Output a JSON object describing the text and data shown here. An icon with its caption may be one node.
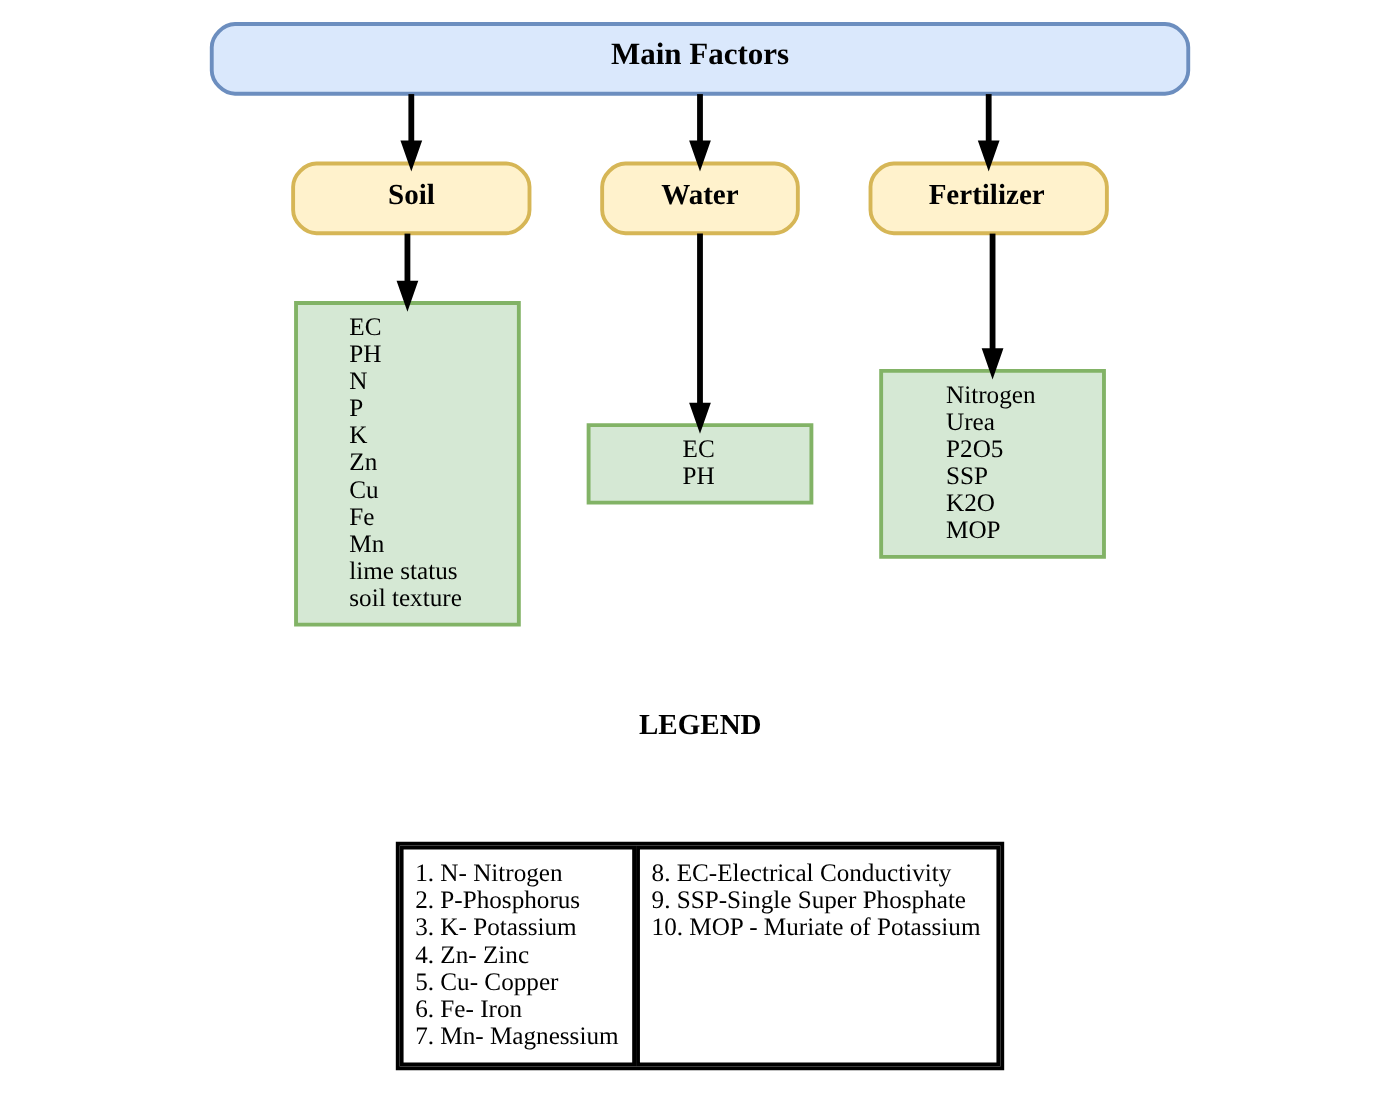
{
  "diagram": {
    "nodes": [
      {
        "text": [
          "Main Factors"
        ]
      },
      {
        "text": [
          "Soil"
        ]
      },
      {
        "text": [
          "Water"
        ]
      },
      {
        "text": [
          "Fertilizer"
        ]
      },
      {
        "text": [
          "EC",
          "PH",
          "N",
          "P",
          "K",
          "Zn",
          "Cu",
          "Fe",
          "Mn",
          "lime status",
          "soil texture"
        ]
      },
      {
        "text": [
          "EC",
          "PH"
        ]
      },
      {
        "text": [
          "Nitrogen",
          "Urea",
          "P2O5",
          "SSP",
          "K2O",
          "MOP"
        ]
      }
    ],
    "edges": [
      {
        "from": 0,
        "to": 1,
        "arrow": "to"
      },
      {
        "from": 0,
        "to": 2,
        "arrow": "to"
      },
      {
        "from": 0,
        "to": 3,
        "arrow": "to"
      },
      {
        "from": 1,
        "to": 4,
        "arrow": "to"
      },
      {
        "from": 2,
        "to": 5,
        "arrow": "to"
      },
      {
        "from": 3,
        "to": 6,
        "arrow": "to"
      }
    ],
    "labels": [
      "LEGEND",
      "1. N- Nitrogen",
      "2. P-Phosphorus",
      "3. K- Potassium",
      "4. Zn- Zinc",
      "5. Cu- Copper",
      "6. Fe- Iron",
      "7. Mn- Magnessium",
      "8. EC-Electrical Conductivity",
      "9. SSP-Single Super Phosphate",
      "10. MOP - Muriate of Potassium"
    ]
  }
}
